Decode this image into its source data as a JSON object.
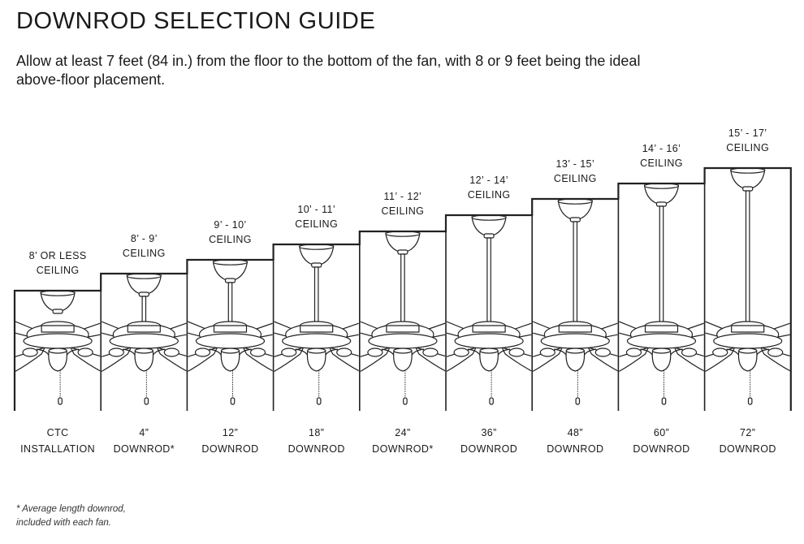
{
  "header": {
    "title": "DOWNROD SELECTION GUIDE",
    "intro_line1": "Allow at least 7 feet (84 in.) from the floor to the bottom of the fan, with 8 or 9 feet being the ideal",
    "intro_line2": "above-floor placement."
  },
  "panels": [
    {
      "ceiling_line1": "8’ OR LESS",
      "ceiling_line2": "CEILING",
      "rod_line1": "CTC",
      "rod_line2": "INSTALLATION",
      "downrod_inches": 0
    },
    {
      "ceiling_line1": "8’ - 9’",
      "ceiling_line2": "CEILING",
      "rod_line1": "4”",
      "rod_line2": "DOWNROD*",
      "downrod_inches": 4
    },
    {
      "ceiling_line1": "9’ - 10’",
      "ceiling_line2": "CEILING",
      "rod_line1": "12”",
      "rod_line2": "DOWNROD",
      "downrod_inches": 12
    },
    {
      "ceiling_line1": "10’ - 11’",
      "ceiling_line2": "CEILING",
      "rod_line1": "18”",
      "rod_line2": "DOWNROD",
      "downrod_inches": 18
    },
    {
      "ceiling_line1": "11’ - 12’",
      "ceiling_line2": "CEILING",
      "rod_line1": "24”",
      "rod_line2": "DOWNROD*",
      "downrod_inches": 24
    },
    {
      "ceiling_line1": "12’ - 14’",
      "ceiling_line2": "CEILING",
      "rod_line1": "36”",
      "rod_line2": "DOWNROD",
      "downrod_inches": 36
    },
    {
      "ceiling_line1": "13’ - 15’",
      "ceiling_line2": "CEILING",
      "rod_line1": "48”",
      "rod_line2": "DOWNROD",
      "downrod_inches": 48
    },
    {
      "ceiling_line1": "14’ - 16’",
      "ceiling_line2": "CEILING",
      "rod_line1": "60”",
      "rod_line2": "DOWNROD",
      "downrod_inches": 60
    },
    {
      "ceiling_line1": "15’ - 17’",
      "ceiling_line2": "CEILING",
      "rod_line1": "72”",
      "rod_line2": "DOWNROD",
      "downrod_inches": 72
    }
  ],
  "footnote": {
    "line1": "* Average length downrod,",
    "line2": "included with each fan."
  },
  "colors": {
    "ink": "#1a1a1a",
    "line": "#222222",
    "background": "#ffffff"
  }
}
